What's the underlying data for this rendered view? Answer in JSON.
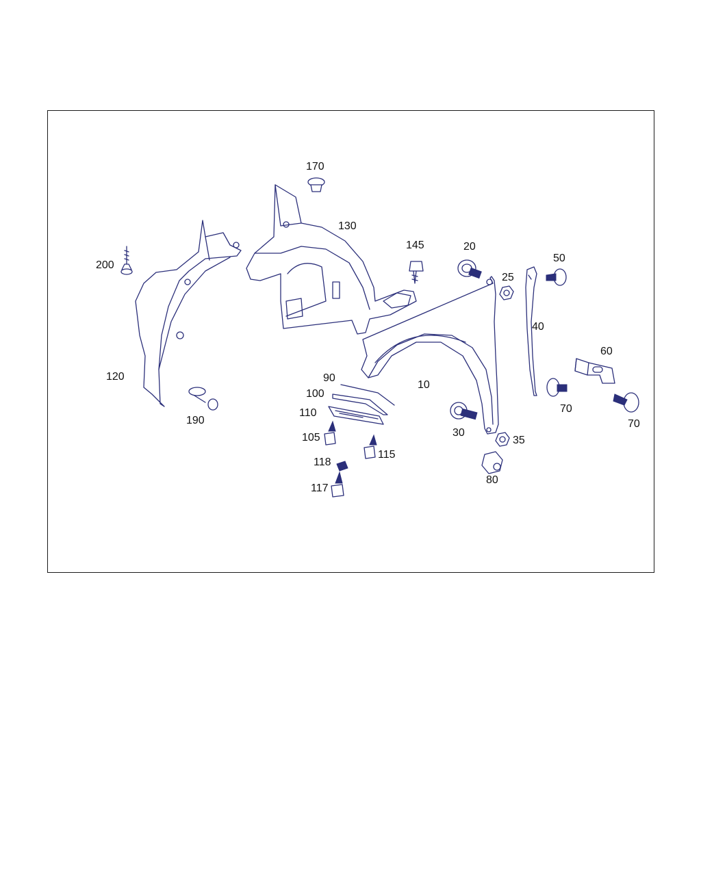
{
  "colors": {
    "line": "#2b2f7a",
    "frame": "#1a1a1a",
    "text": "#111111",
    "background": "#ffffff"
  },
  "labels": {
    "p10": "10",
    "p20": "20",
    "p25": "25",
    "p30": "30",
    "p35": "35",
    "p40": "40",
    "p50": "50",
    "p60": "60",
    "p70a": "70",
    "p70b": "70",
    "p80": "80",
    "p90": "90",
    "p100": "100",
    "p105": "105",
    "p110": "110",
    "p115": "115",
    "p117": "117",
    "p118": "118",
    "p120": "120",
    "p130": "130",
    "p145": "145",
    "p170": "170",
    "p190": "190",
    "p200": "200"
  }
}
